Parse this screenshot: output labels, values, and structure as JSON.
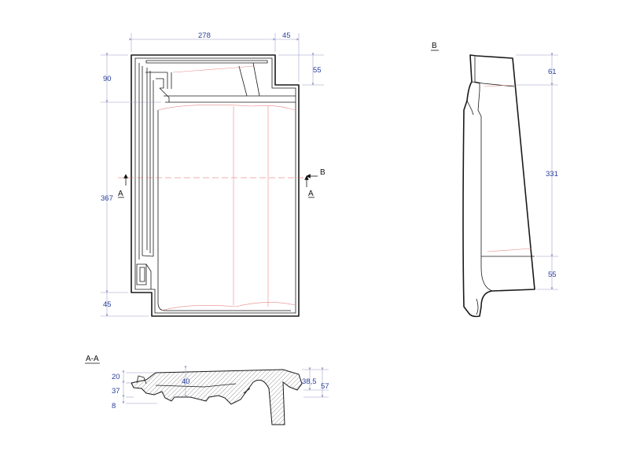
{
  "plan": {
    "dims": {
      "width": "278",
      "notch_width": "45",
      "notch_height": "55",
      "top_band": "90",
      "main_length": "367",
      "bottom_band": "45"
    },
    "markers": {
      "left_section": "A",
      "right_section": "A",
      "view_arrow": "B"
    }
  },
  "view_b": {
    "title": "B",
    "dims": {
      "top": "61",
      "middle": "331",
      "bottom": "55"
    }
  },
  "section_aa": {
    "title": "A-A",
    "dims": {
      "left_top": "20",
      "left_mid": "37",
      "left_bottom": "8",
      "middle": "40",
      "right_a": "38,5",
      "right_b": "57"
    }
  }
}
